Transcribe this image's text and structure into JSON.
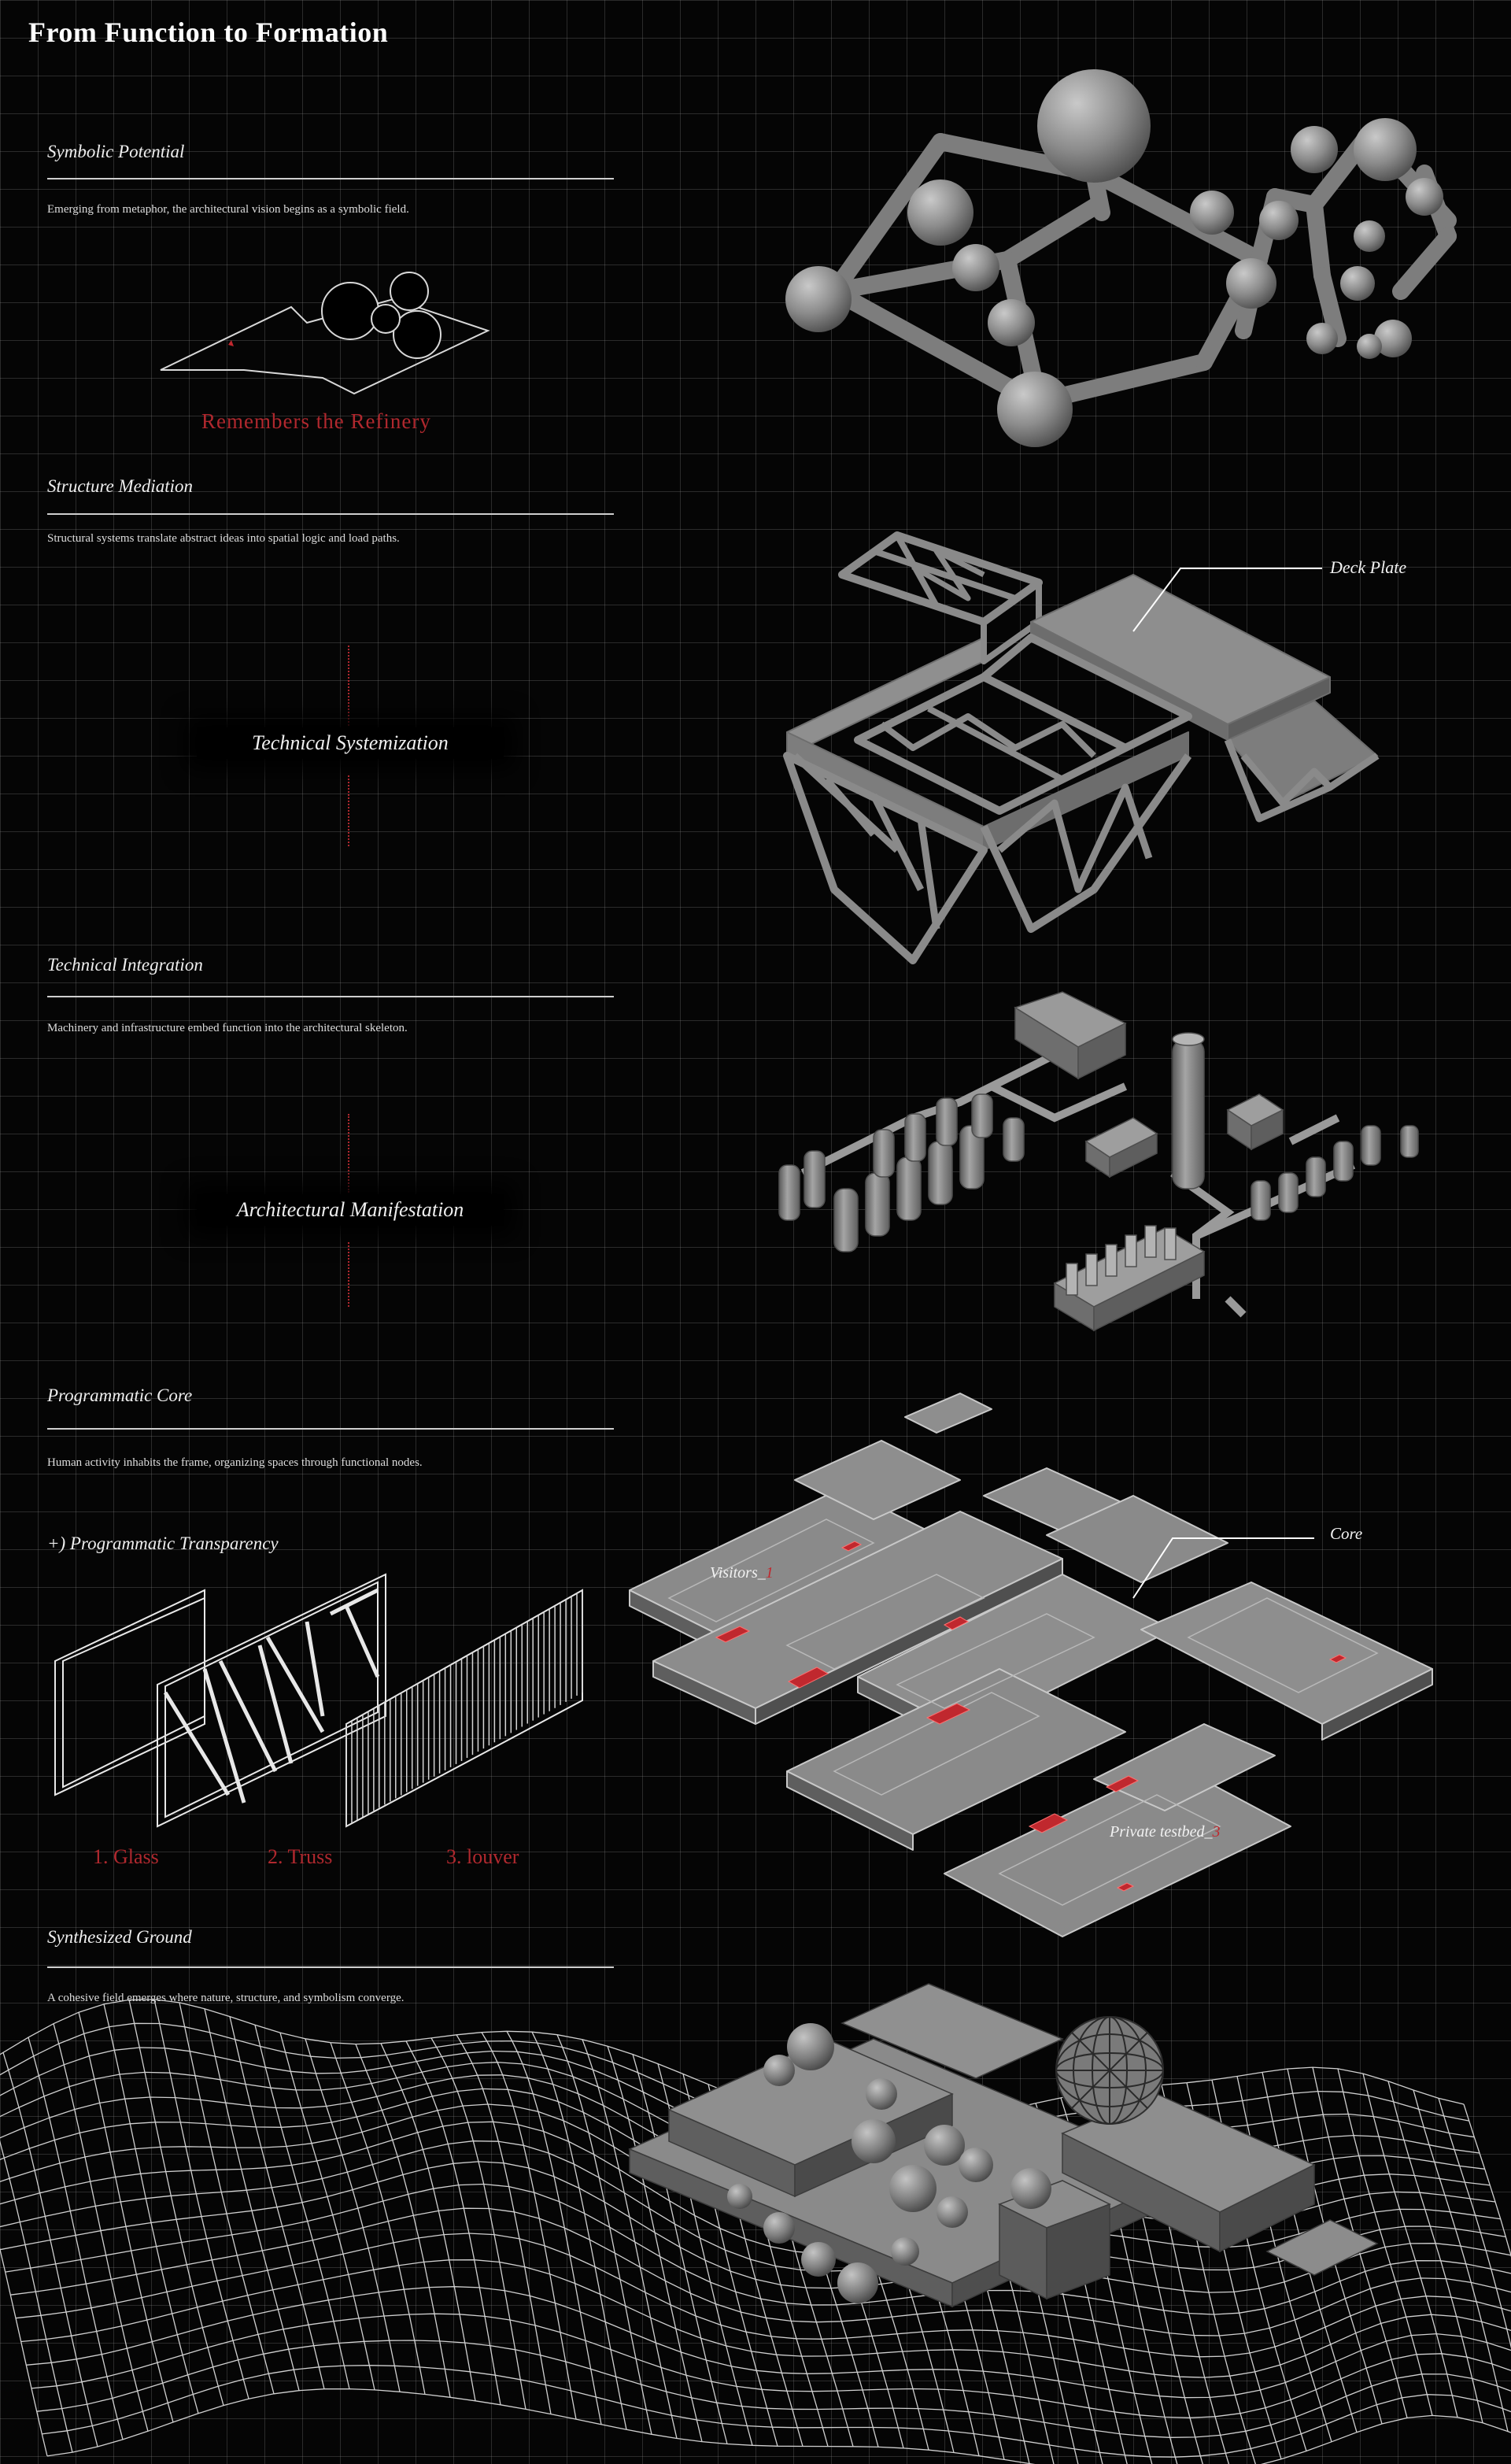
{
  "page_title": "From Function to Formation",
  "sections": {
    "symbolic": {
      "heading": "Symbolic Potential",
      "description": "Emerging from metaphor, the architectural vision begins as a symbolic field.",
      "caption": "Remembers the Refinery"
    },
    "structure": {
      "heading": "Structure Mediation",
      "description": "Structural systems translate abstract ideas into spatial logic and load paths.",
      "connector_label": "Technical Systemization",
      "callout": "Deck Plate"
    },
    "technical": {
      "heading": "Technical Integration",
      "description": "Machinery and infrastructure embed function into the architectural skeleton.",
      "connector_label": "Architectural Manifestation"
    },
    "programmatic": {
      "heading": "Programmatic  Core",
      "description": "Human activity inhabits the frame, organizing spaces through functional nodes.",
      "transparency_heading": "+) Programmatic  Transparency",
      "skin_items": [
        "1.    Glass",
        "2. Truss",
        "3. louver"
      ],
      "callout": "Core",
      "plan_labels": {
        "visitors": {
          "text": "Visitors_",
          "num": "1"
        },
        "private": {
          "text": "Private testbed_",
          "num": "3"
        }
      }
    },
    "synthesized": {
      "heading": "Synthesized Ground",
      "description": "A cohesive field emerges where nature, structure, and symbolism converge."
    }
  },
  "colors": {
    "background": "#050505",
    "accent_red": "#b0282e",
    "model_grey": "#8a8a8a",
    "grid_line": "#8c8c8c"
  }
}
